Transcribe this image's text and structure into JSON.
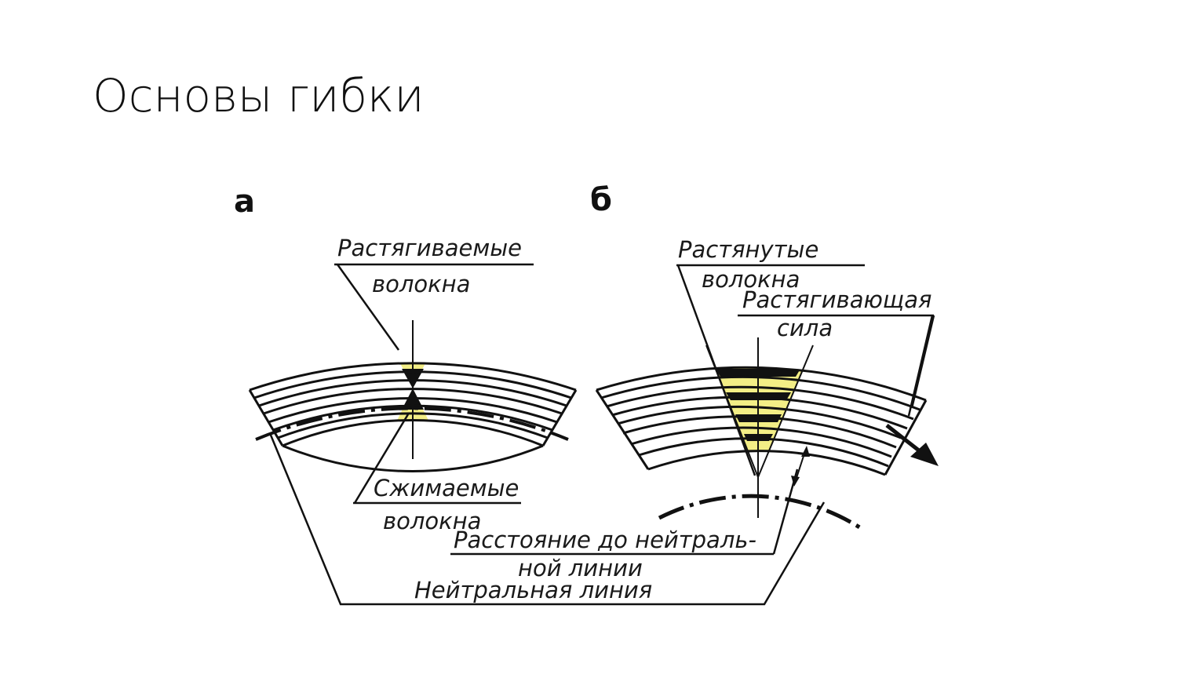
{
  "title": "Основы гибки",
  "panels": {
    "a": "а",
    "b": "б"
  },
  "labels": {
    "stretched_fibers_a_1": "Растягиваемые",
    "stretched_fibers_a_2": "волокна",
    "compressed_fibers_1": "Сжимаемые",
    "compressed_fibers_2": "волокна",
    "stretched_fibers_b_1": "Растянутые",
    "stretched_fibers_b_2": "волокна",
    "tensile_force_1": "Растягивающая",
    "tensile_force_2": "сила",
    "distance_1": "Расстояние до нейтраль-",
    "distance_2": "ной линии",
    "neutral_line": "Нейтральная линия"
  },
  "colors": {
    "highlight": "#f3ee86",
    "ink": "#111111"
  }
}
